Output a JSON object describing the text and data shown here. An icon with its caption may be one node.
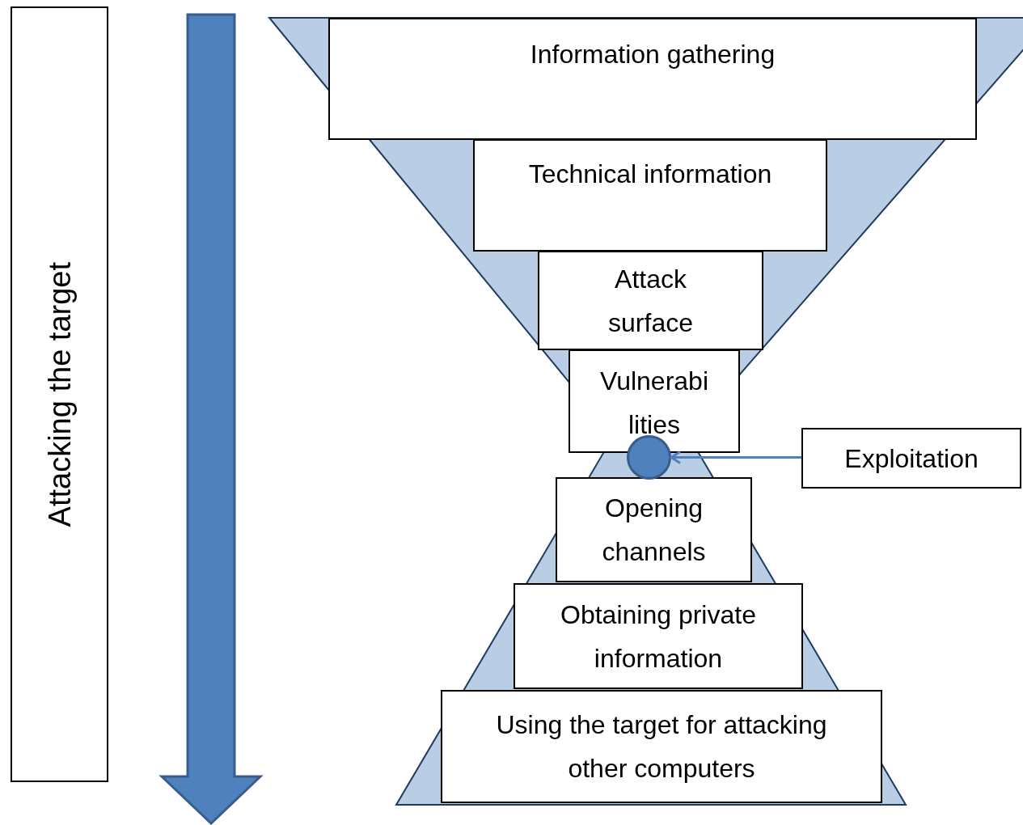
{
  "diagram": {
    "nodes": [
      {
        "text": [
          "Attacking the target"
        ]
      },
      {
        "text": [
          "Information gathering"
        ]
      },
      {
        "text": [
          "Technical information"
        ]
      },
      {
        "text": [
          "Attack surface"
        ]
      },
      {
        "text": [
          "Vulnerabi lities"
        ]
      },
      {
        "text": [],
        "shape": "circle"
      },
      {
        "text": [
          "Exploitation"
        ]
      },
      {
        "text": [
          "Opening channels"
        ]
      },
      {
        "text": [
          "Obtaining private information"
        ]
      },
      {
        "text": [
          "Using the target for attacking other computers"
        ]
      }
    ],
    "edges": [
      {
        "from": 6,
        "to": 5,
        "arrow": "to"
      }
    ]
  }
}
